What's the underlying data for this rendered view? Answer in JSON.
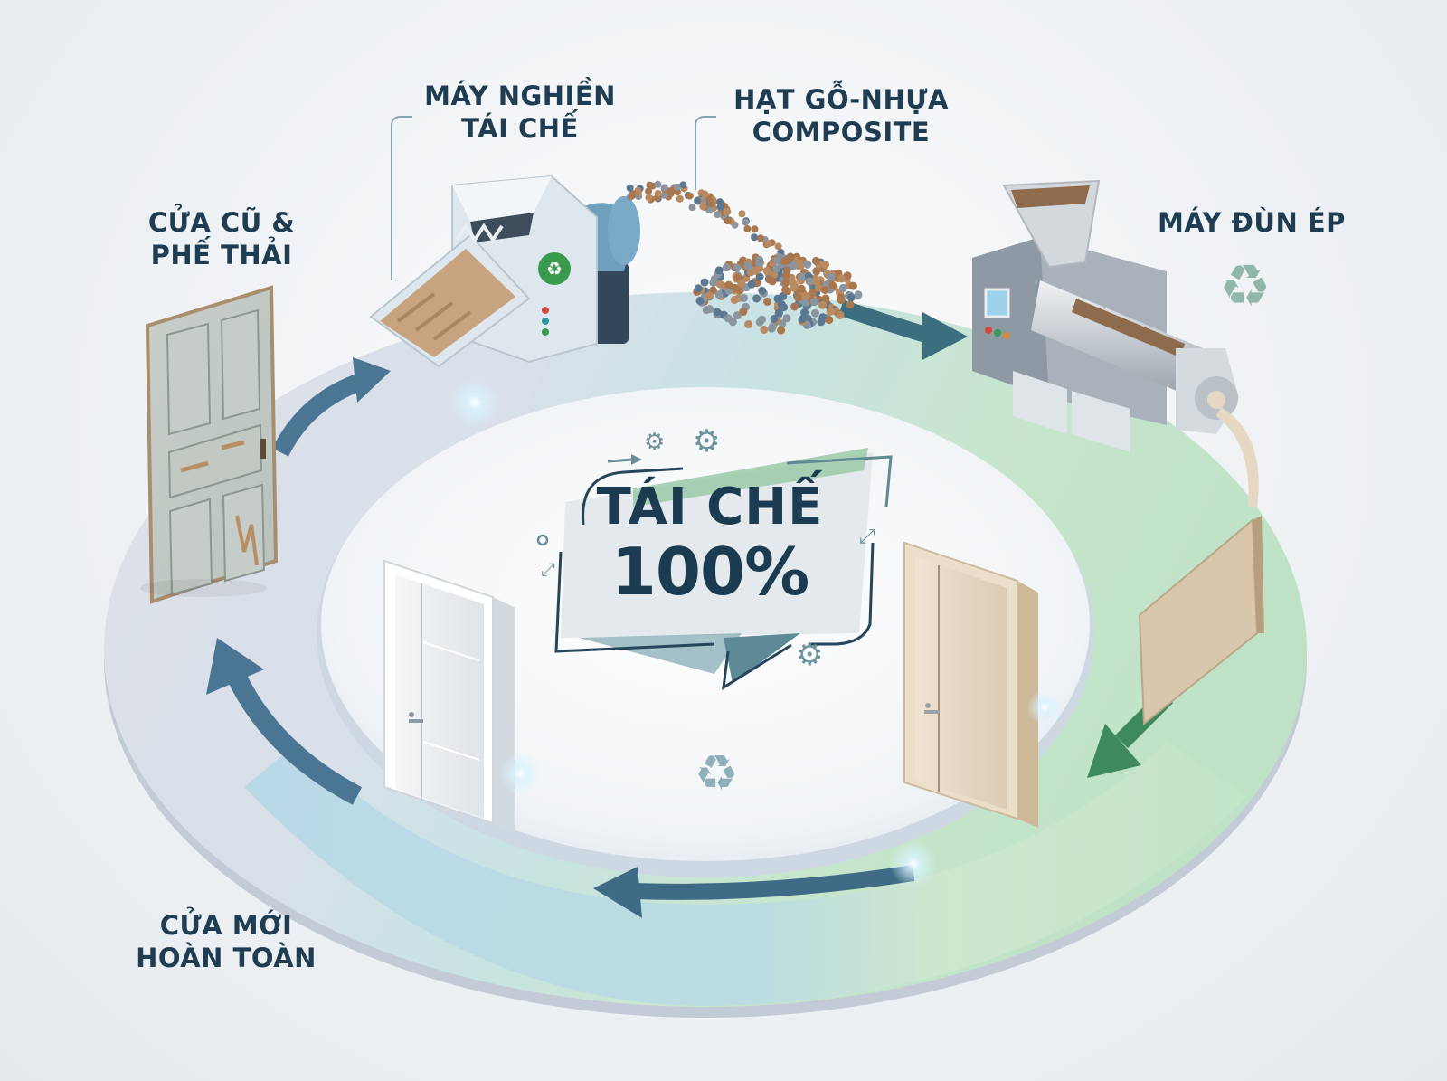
{
  "diagram": {
    "title": "Tái chế 100%",
    "badge": {
      "line1": "TÁI CHẾ",
      "line2": "100%"
    },
    "stages": [
      {
        "id": "old-door",
        "lines": [
          "CỬA CŨ &",
          "PHẾ THẢI"
        ],
        "icon": "old-door-icon"
      },
      {
        "id": "shredder",
        "lines": [
          "MÁY NGHIỀN",
          "TÁI CHẾ"
        ],
        "icon": "shredder-machine-icon"
      },
      {
        "id": "granules",
        "lines": [
          "HẠT GỖ-NHỰA",
          "COMPOSITE"
        ],
        "icon": "composite-granules-icon"
      },
      {
        "id": "extruder",
        "lines": [
          "MÁY ĐÙN ÉP"
        ],
        "icon": "extruder-machine-icon"
      },
      {
        "id": "new-door",
        "lines": [
          "CỬA MỚI",
          "HOÀN TOÀN"
        ],
        "icon": "new-door-icon"
      }
    ],
    "flow": [
      "old-door",
      "shredder",
      "granules",
      "extruder",
      "new-door",
      "old-door"
    ],
    "colors": {
      "text": "#1f3d52",
      "ring_grey": "#dfe3ea",
      "ring_blue": "#bcdbe6",
      "ring_green": "#c9e6cf",
      "arrow_blue": "#3f6b86",
      "arrow_green": "#3e8a5e",
      "recycle_teal": "#8fb8aa",
      "recycle_badge_green": "#3a9a4e",
      "granule_brown": "#a8774f",
      "granule_blue": "#5c7890"
    }
  }
}
